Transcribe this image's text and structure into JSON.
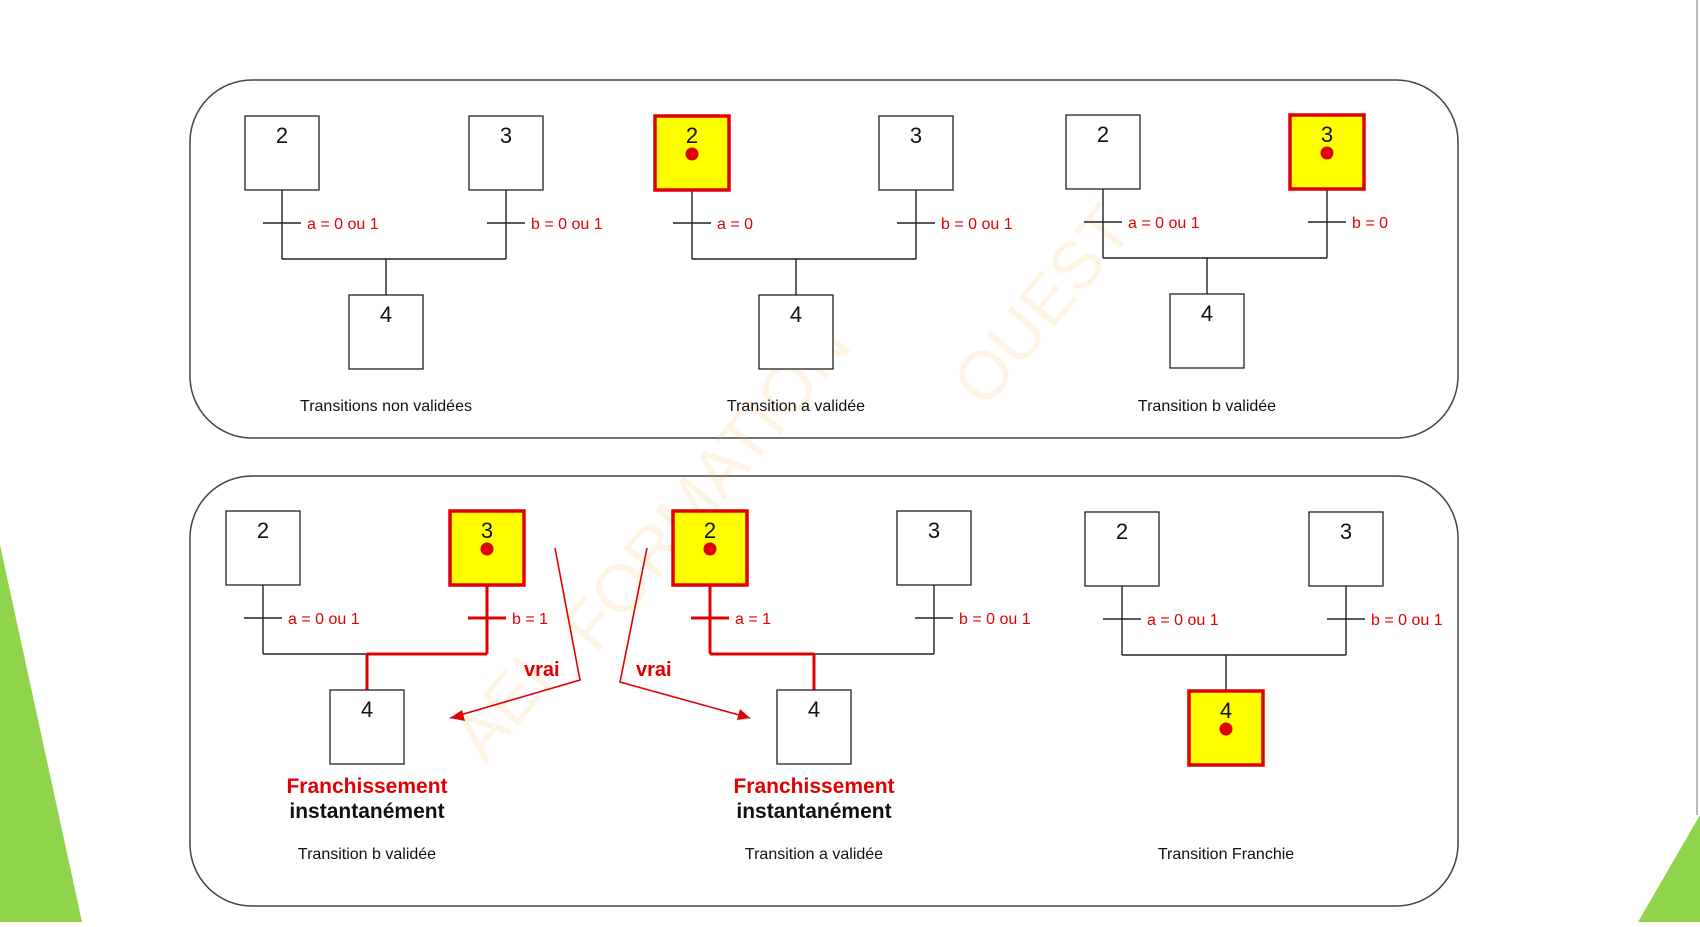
{
  "colors": {
    "active_fill": "#ffff00",
    "active_stroke": "#e00000",
    "token": "#e00000",
    "line": "#222222",
    "active_line": "#e00000",
    "condition_text": "#e00000",
    "frame": "#444444",
    "deco_green": "#8fd44a"
  },
  "watermark": [
    "AEI",
    "FORMATION",
    "OUEST"
  ],
  "vrai_label": "vrai",
  "franchissement": [
    "Franchissement",
    "instantanément"
  ],
  "panels": [
    {
      "caption": "Transitions non validées",
      "steps": [
        {
          "label": "2",
          "active": false
        },
        {
          "label": "3",
          "active": false
        },
        {
          "label": "4",
          "active": false
        }
      ],
      "conditions": [
        "a = 0 ou 1",
        "b = 0 ou 1"
      ]
    },
    {
      "caption": "Transition a validée",
      "steps": [
        {
          "label": "2",
          "active": true
        },
        {
          "label": "3",
          "active": false
        },
        {
          "label": "4",
          "active": false
        }
      ],
      "conditions": [
        "a = 0",
        "b = 0 ou 1"
      ]
    },
    {
      "caption": "Transition b validée",
      "steps": [
        {
          "label": "2",
          "active": false
        },
        {
          "label": "3",
          "active": true
        },
        {
          "label": "4",
          "active": false
        }
      ],
      "conditions": [
        "a = 0 ou 1",
        "b = 0"
      ]
    },
    {
      "caption": "Transition b validée",
      "steps": [
        {
          "label": "2",
          "active": false
        },
        {
          "label": "3",
          "active": true
        },
        {
          "label": "4",
          "active": false
        }
      ],
      "conditions": [
        "a = 0 ou 1",
        "b = 1"
      ],
      "fired": "b",
      "show_franchissement": true
    },
    {
      "caption": "Transition a validée",
      "steps": [
        {
          "label": "2",
          "active": true
        },
        {
          "label": "3",
          "active": false
        },
        {
          "label": "4",
          "active": false
        }
      ],
      "conditions": [
        "a =  1",
        "b = 0 ou 1"
      ],
      "fired": "a",
      "show_franchissement": true
    },
    {
      "caption": "Transition Franchie",
      "steps": [
        {
          "label": "2",
          "active": false
        },
        {
          "label": "3",
          "active": false
        },
        {
          "label": "4",
          "active": true
        }
      ],
      "conditions": [
        "a = 0 ou 1",
        "b = 0 ou 1"
      ]
    }
  ]
}
